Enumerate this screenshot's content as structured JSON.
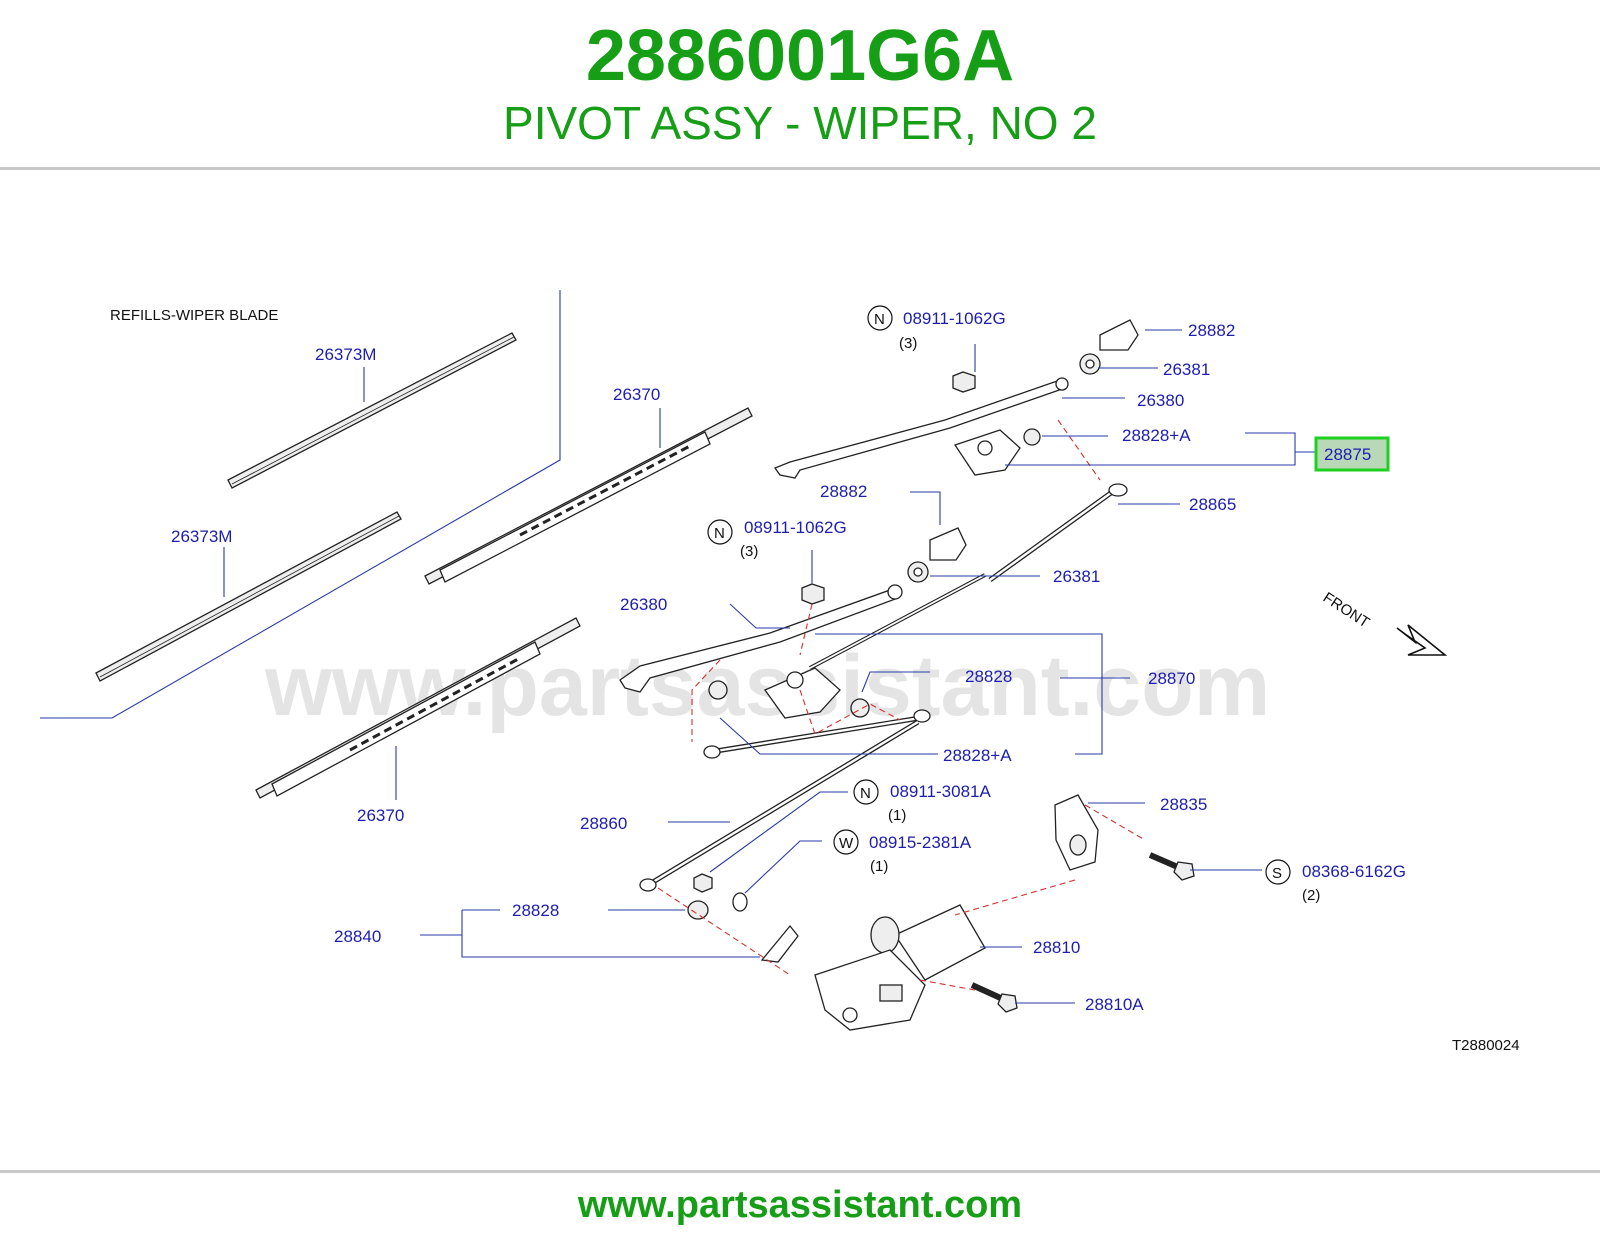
{
  "header": {
    "part_number": "2886001G6A",
    "part_name": "PIVOT ASSY - WIPER, NO 2"
  },
  "footer": {
    "url": "www.partsassistant.com"
  },
  "diagram": {
    "watermark": "www.partsassistant.com",
    "section_title": "REFILLS-WIPER   BLADE",
    "drawing_code": "T2880024",
    "front_label": "FRONT",
    "highlight_color": "#1fd01f",
    "accent_color": "#169e16",
    "label_color": "#1d1db0",
    "labels": {
      "l_26373m_a": "26373M",
      "l_26373m_b": "26373M",
      "l_26370_a": "26370",
      "l_26370_b": "26370",
      "l_08911_1062g_a": "08911-1062G",
      "l_08911_1062g_b": "08911-1062G",
      "l_28882_a": "28882",
      "l_28882_b": "28882",
      "l_26381_a": "26381",
      "l_26381_b": "26381",
      "l_26380_a": "26380",
      "l_26380_b": "26380",
      "l_28828a_a": "28828+A",
      "l_28828a_b": "28828+A",
      "l_28875": "28875",
      "l_28865": "28865",
      "l_28828_a": "28828",
      "l_28828_b": "28828",
      "l_28870": "28870",
      "l_28860": "28860",
      "l_08911_3081a": "08911-3081A",
      "l_08915_2381a": "08915-2381A",
      "l_28835": "28835",
      "l_08368_6162g": "08368-6162G",
      "l_28840": "28840",
      "l_28810": "28810",
      "l_28810a": "28810A"
    },
    "quantities": {
      "q_a": "(3)",
      "q_b": "(3)",
      "q_c": "(1)",
      "q_d": "(1)",
      "q_e": "(2)"
    },
    "badges": {
      "b_a": "N",
      "b_b": "N",
      "b_c": "N",
      "b_d": "W",
      "b_e": "S"
    }
  }
}
